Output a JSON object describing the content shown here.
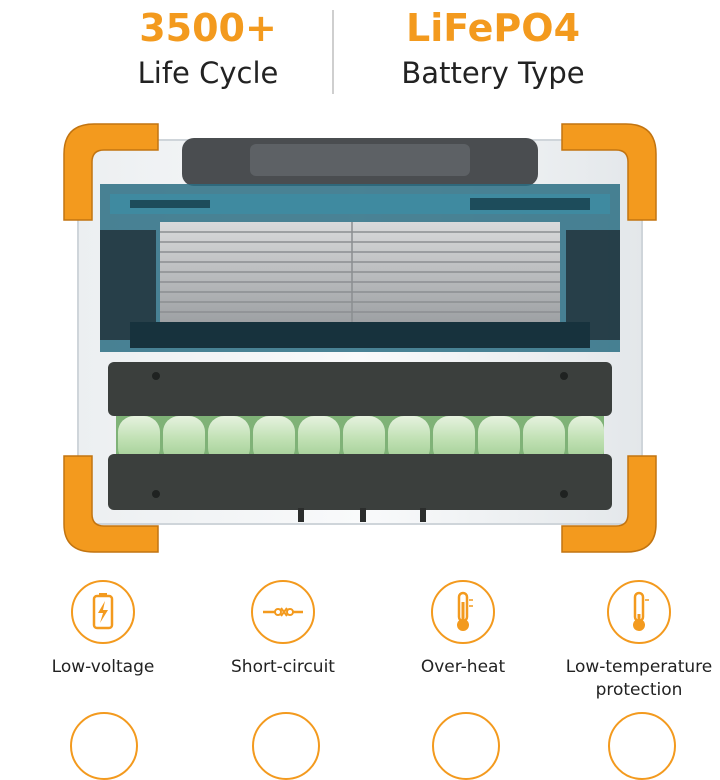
{
  "colors": {
    "accent": "#f39a1e",
    "text": "#222222"
  },
  "stats": [
    {
      "value": "3500+",
      "label": "Life Cycle"
    },
    {
      "value": "LiFePO4",
      "label": "Battery Type"
    }
  ],
  "features": [
    {
      "icon": "battery-charge-icon",
      "label": "Low-voltage"
    },
    {
      "icon": "short-circuit-icon",
      "label": "Short-circuit"
    },
    {
      "icon": "thermometer-hot-icon",
      "label": "Over-heat"
    },
    {
      "icon": "thermometer-cold-icon",
      "label": "Low-temperature protection"
    }
  ]
}
